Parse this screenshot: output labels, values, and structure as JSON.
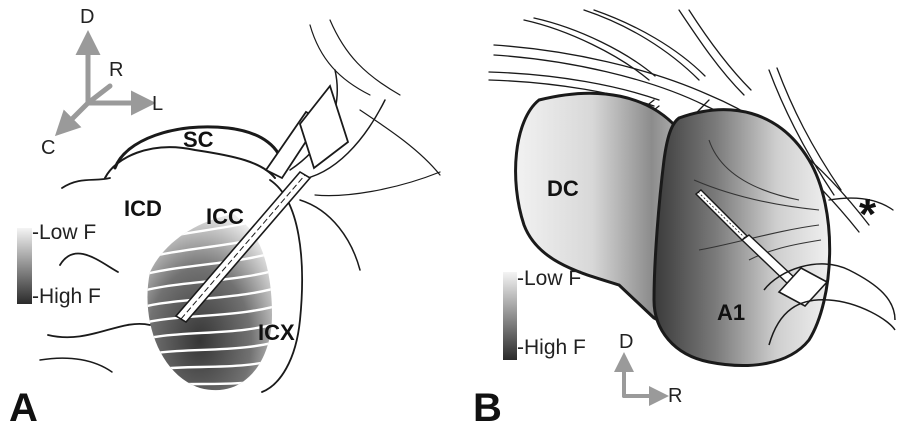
{
  "panel_a": {
    "letter": "A",
    "axes": {
      "dorsal": "D",
      "rostral": "R",
      "lateral": "L",
      "caudal": "C"
    },
    "regions": {
      "sc": "SC",
      "icd": "ICD",
      "icc": "ICC",
      "icx": "ICX"
    },
    "legend": {
      "low": "-Low F",
      "high": "-High F"
    }
  },
  "panel_b": {
    "letter": "B",
    "axes": {
      "dorsal": "D",
      "rostral": "R"
    },
    "regions": {
      "dc": "DC",
      "a1": "A1"
    },
    "marker": "*",
    "legend": {
      "low": "-Low F",
      "high": "-High F"
    }
  }
}
